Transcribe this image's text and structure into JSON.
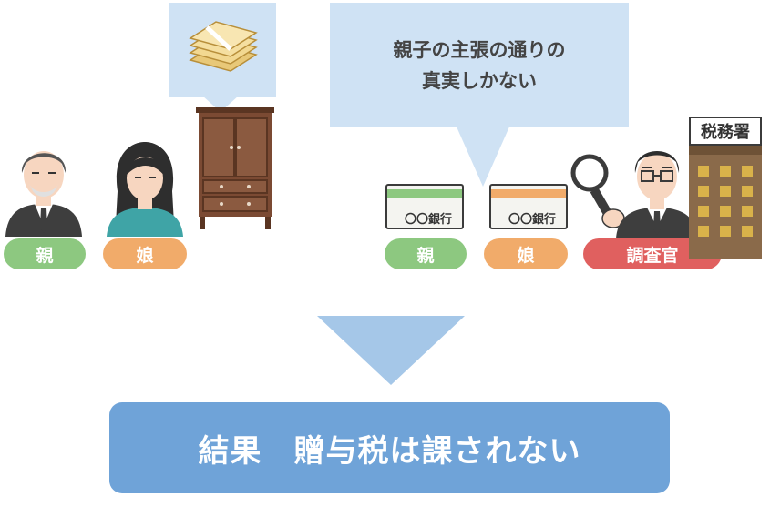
{
  "people_left": {
    "parent_label": "親",
    "daughter_label": "娘"
  },
  "accounts": {
    "parent_label": "親",
    "daughter_label": "娘",
    "bank_text": "〇〇銀行"
  },
  "investigator": {
    "label": "調査官",
    "office_label": "税務署"
  },
  "speech": {
    "line1": "親子の主張の通りの",
    "line2": "真実しかない"
  },
  "result": {
    "text": "結果　贈与税は課されない"
  },
  "colors": {
    "green": "#8dc880",
    "orange": "#f1ab6a",
    "red": "#e0605f",
    "bubble": "#cfe2f4",
    "result_box": "#6fa3d8",
    "arrow": "#a5c7e8"
  }
}
